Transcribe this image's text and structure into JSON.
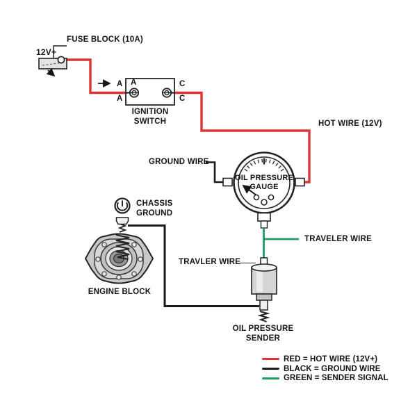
{
  "fuse": {
    "label": "FUSE BLOCK (10A)",
    "voltage": "12V+"
  },
  "switch": {
    "name_line1": "IGNITION",
    "name_line2": "SWITCH",
    "a_outer_top": "A",
    "a_inner": "A",
    "a_outer_bottom": "A",
    "c_top": "C",
    "c_bottom": "C"
  },
  "wires": {
    "hot_label": "HOT WIRE (12V)",
    "ground_label": "GROUND WIRE",
    "traveler_label_right": "TRAVELER WIRE",
    "traveler_label_left": "TRAVLER WIRE"
  },
  "gauge": {
    "line1": "OIL PRESSURE",
    "line2": "GAUGE"
  },
  "chassis": {
    "line1": "CHASSIS",
    "line2": "GROUND"
  },
  "engine": {
    "label": "ENGINE BLOCK"
  },
  "sender": {
    "line1": "OIL PRESSURE",
    "line2": "SENDER"
  },
  "legend": {
    "items": [
      {
        "color": "#d93535",
        "label": "RED = HOT WIRE (12V+)"
      },
      {
        "color": "#1a1a1a",
        "label": "BLACK = GROUND WIRE"
      },
      {
        "color": "#1d9b62",
        "label": "GREEN = SENDER SIGNAL"
      }
    ]
  },
  "colors": {
    "hot_wire": "#d93535",
    "ground_wire": "#1a1a1a",
    "sender_wire": "#1d9b62"
  }
}
